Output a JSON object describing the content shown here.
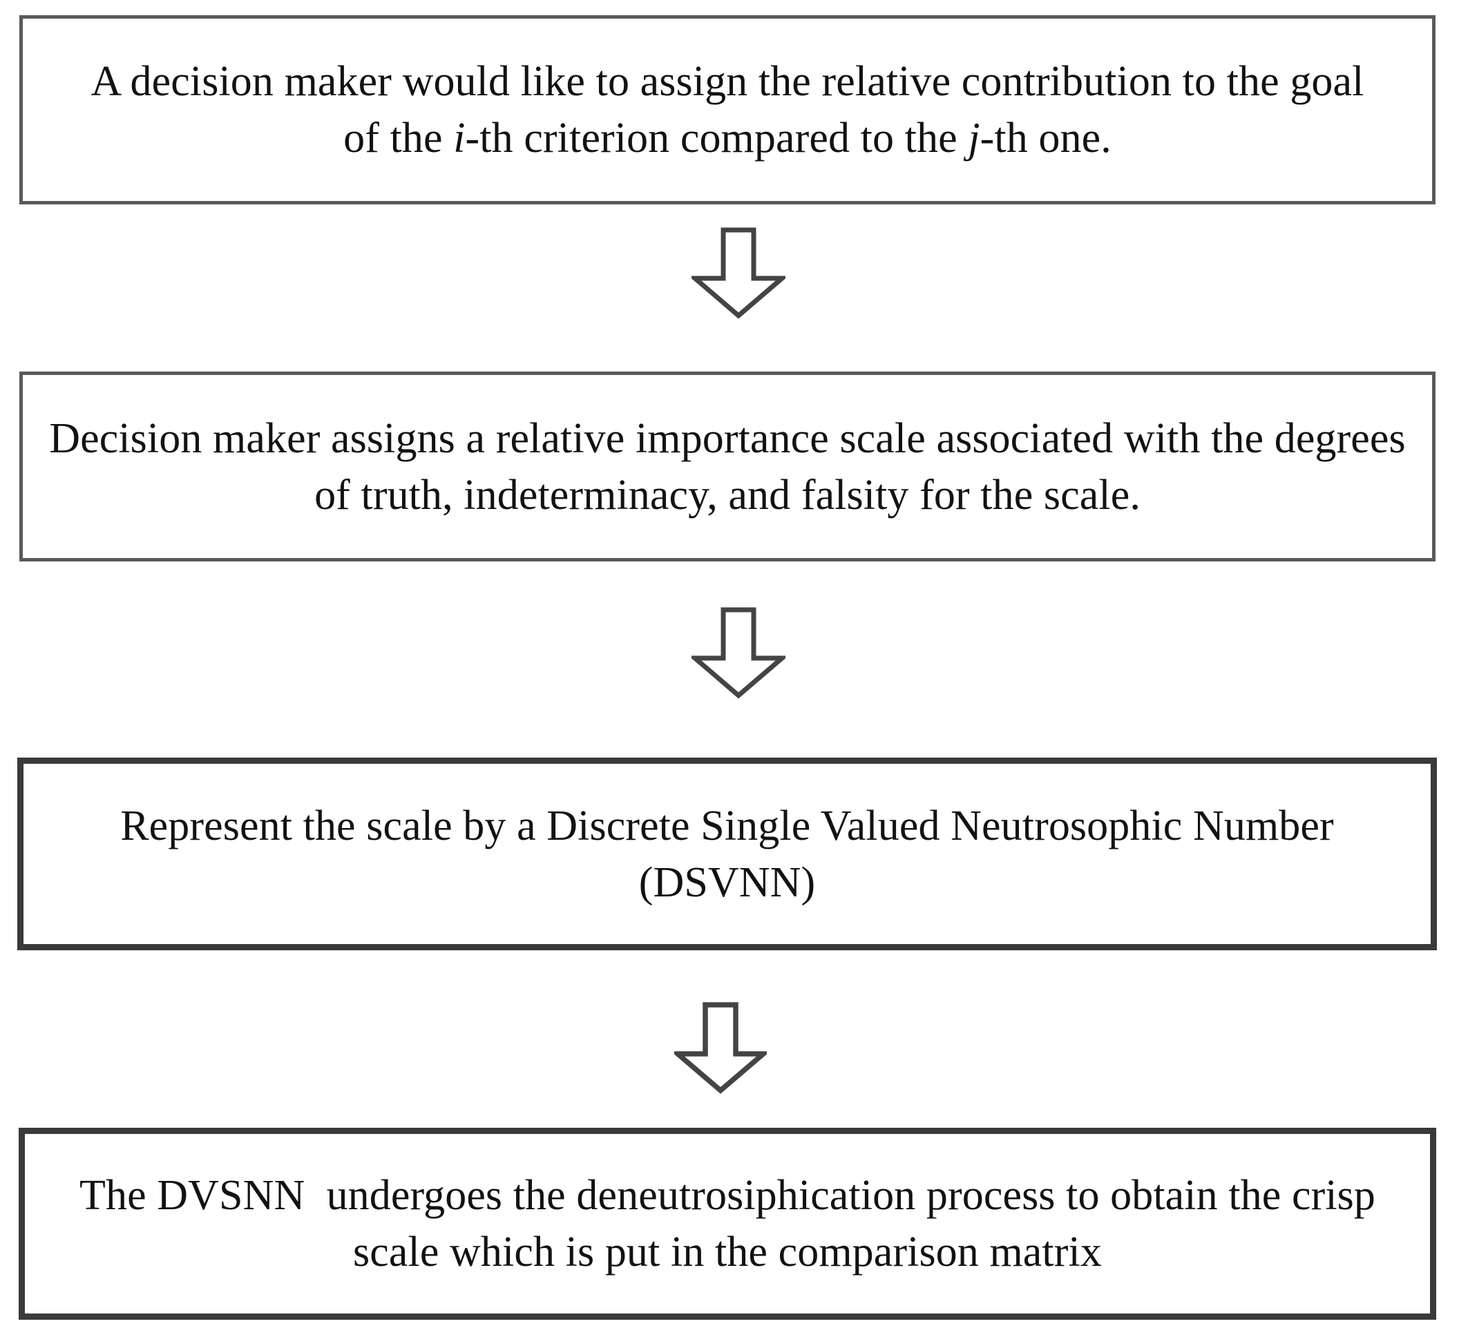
{
  "diagram": {
    "type": "flowchart",
    "orientation": "vertical",
    "background_color": "#ffffff",
    "text_color": "#121212",
    "node_border_color_light": "#5a5a5a",
    "node_border_color_dark": "#3a3a3a",
    "arrow_stroke_color": "#444444",
    "arrow_fill_color": "#ffffff",
    "nodes": [
      {
        "id": "node-1",
        "name": "assign-relative-contribution-step",
        "line1_pre": "A decision maker would like to assign the relative contribution to the goal of the ",
        "emphasis1": "i",
        "line1_mid": "-th criterion compared to the ",
        "emphasis2": "j",
        "line1_post": "-th one.",
        "plain_text": "A decision maker would like to assign the relative contribution to the goal of the i-th criterion compared to the j-th one."
      },
      {
        "id": "node-2",
        "name": "assign-importance-scale-step",
        "plain_text": "Decision maker assigns a relative importance scale associated with the degrees of truth, indeterminacy, and falsity for the scale."
      },
      {
        "id": "node-3",
        "name": "represent-scale-dsvnn-step",
        "plain_text": "Represent the scale by a Discrete Single Valued Neutrosophic Number (DSVNN)"
      },
      {
        "id": "node-4",
        "name": "deneutrosiphication-step",
        "plain_text": "The DVSNN  undergoes the deneutrosiphication process to obtain the crisp scale which is put in the comparison matrix"
      }
    ],
    "connectors": [
      {
        "id": "arrow-1",
        "name": "down-arrow-icon",
        "from": "node-1",
        "to": "node-2",
        "direction": "down"
      },
      {
        "id": "arrow-2",
        "name": "down-arrow-icon",
        "from": "node-2",
        "to": "node-3",
        "direction": "down"
      },
      {
        "id": "arrow-3",
        "name": "down-arrow-icon",
        "from": "node-3",
        "to": "node-4",
        "direction": "down"
      }
    ]
  }
}
